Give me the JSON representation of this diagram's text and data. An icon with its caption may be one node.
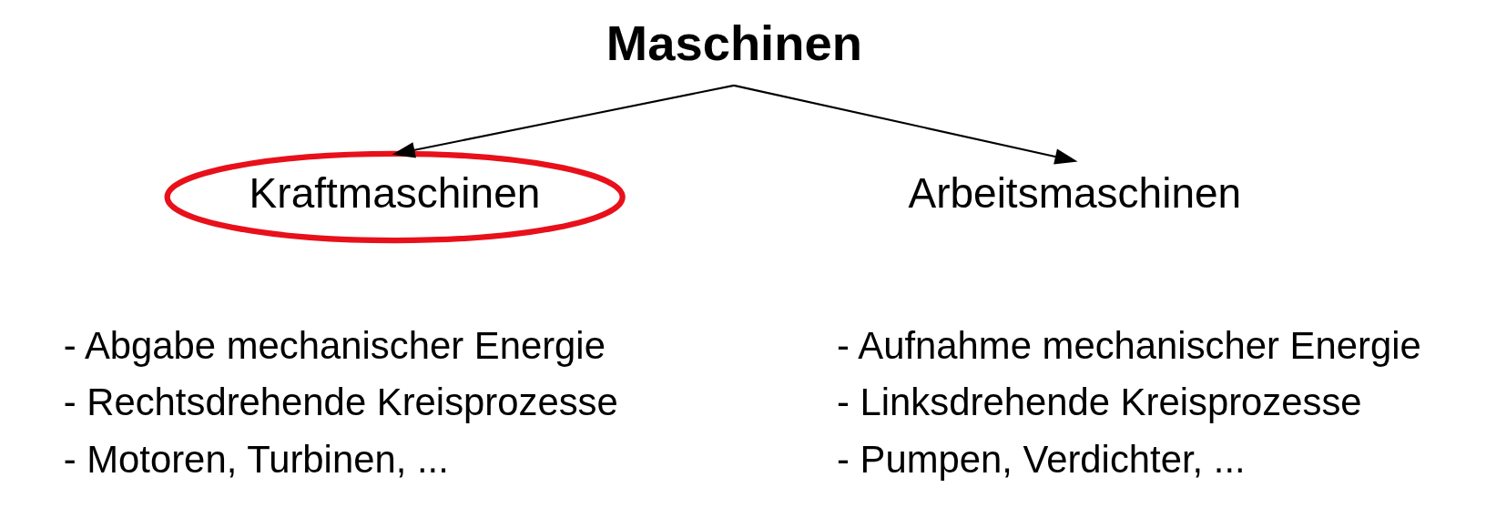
{
  "diagram": {
    "nodes": [
      {
        "text": [
          "Maschinen"
        ]
      },
      {
        "text": [
          "Kraftmaschinen"
        ],
        "beside": [
          "- Abgabe mechanischer Energie",
          "- Rechtsdrehende Kreisprozesse",
          "- Motoren, Turbinen, ..."
        ]
      },
      {
        "text": [
          "Arbeitsmaschinen"
        ],
        "beside": [
          "- Aufnahme mechanischer Energie",
          "- Linksdrehende Kreisprozesse",
          "- Pumpen, Verdichter, ..."
        ]
      }
    ],
    "edges": [
      {
        "from": 0,
        "to": 1,
        "arrow": "to"
      },
      {
        "from": 0,
        "to": 2,
        "arrow": "to"
      }
    ]
  }
}
